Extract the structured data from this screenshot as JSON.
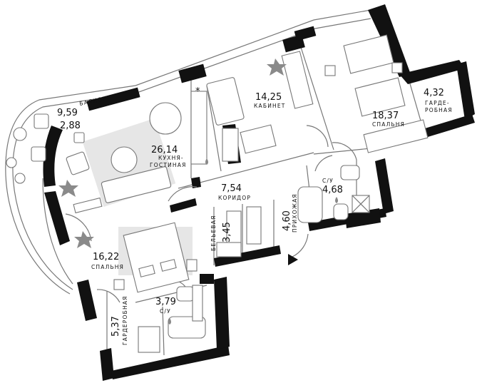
{
  "rooms": {
    "balcony": {
      "area": "9,59",
      "area2": "2,88",
      "name": "БАЛКОН"
    },
    "kitchen_living": {
      "area": "26,14",
      "name1": "КУХНЯ-",
      "name2": "ГОСТИНАЯ"
    },
    "office": {
      "area": "14,25",
      "name": "КАБИНЕТ"
    },
    "bedroom_main": {
      "area": "18,37",
      "name": "СПАЛЬНЯ"
    },
    "dressing_main": {
      "area": "4,32",
      "name1": "ГАРДЕ-",
      "name2": "РОБНАЯ"
    },
    "bath_1": {
      "area": "4,68",
      "name": "С/У"
    },
    "corridor": {
      "area": "7,54",
      "name": "КОРИДОР"
    },
    "hall": {
      "area": "4,60",
      "name": "ПРИХОЖАЯ"
    },
    "linen": {
      "area": "3,45",
      "name": "БЕЛЬЕВАЯ"
    },
    "bedroom_2": {
      "area": "16,22",
      "name": "СПАЛЬНЯ"
    },
    "bath_2": {
      "area": "3,79",
      "name": "С/У"
    },
    "dressing_2": {
      "area": "5,37",
      "name": "ГАРДЕРОБНАЯ"
    }
  },
  "markers": {
    "vent": "*"
  }
}
